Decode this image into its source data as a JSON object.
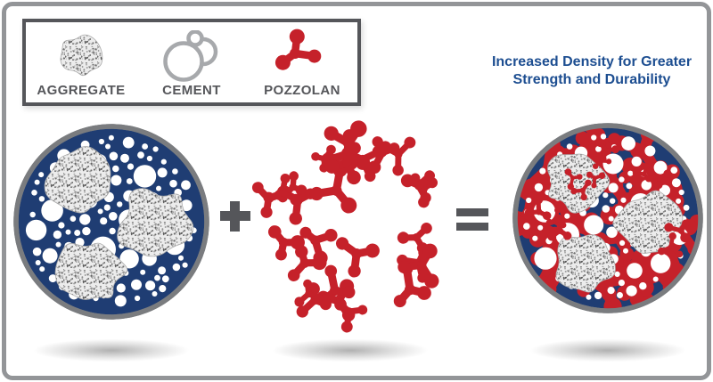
{
  "legend": {
    "items": [
      {
        "label": "AGGREGATE",
        "icon": "aggregate-icon"
      },
      {
        "label": "CEMENT",
        "icon": "cement-icon"
      },
      {
        "label": "POZZOLAN",
        "icon": "pozzolan-icon"
      }
    ]
  },
  "heading": {
    "line1": "Increased Density for Greater",
    "line2": "Strength and Durability"
  },
  "operators": {
    "plus": "+",
    "equals": "="
  },
  "colors": {
    "navy": "#1F3D73",
    "red": "#C5212A",
    "dark_gray": "#55565A",
    "ring_gray": "#7A7C7F",
    "frame_gray": "#939598",
    "heading_blue": "#1D4E91",
    "speckle_base": "#ECECEC"
  },
  "figures": {
    "left": "aggregate-cement-mix-circle",
    "middle": "pozzolan-particles-cluster",
    "right": "densified-mix-circle"
  }
}
